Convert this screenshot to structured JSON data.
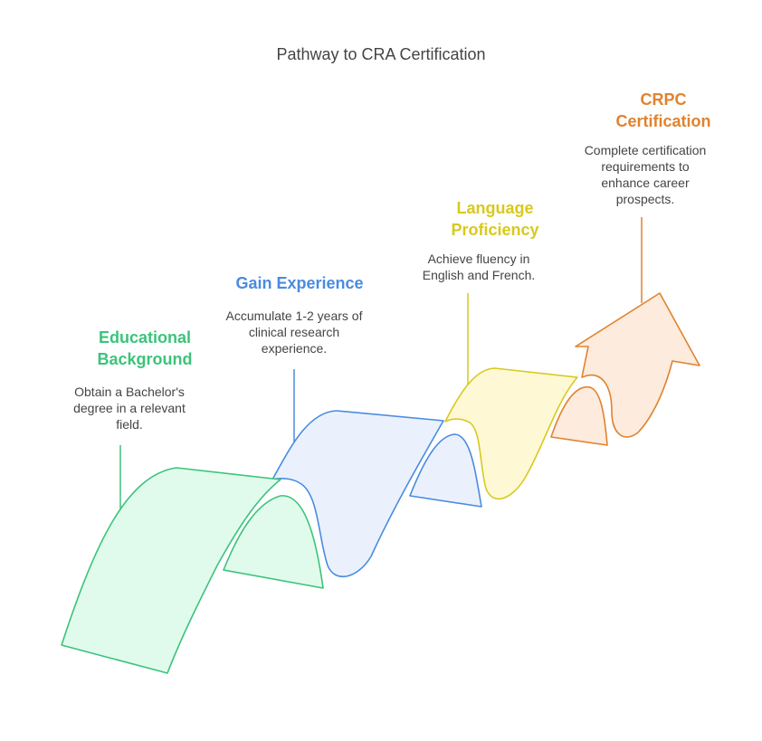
{
  "title": "Pathway to CRA Certification",
  "steps": [
    {
      "heading_line1": "Educational",
      "heading_line2": "Background",
      "desc_line1": "Obtain a Bachelor's",
      "desc_line2": "degree in a relevant",
      "desc_line3": "field.",
      "color": "#3CC37A",
      "fill": "#E0FBEC"
    },
    {
      "heading_line1": "Gain Experience",
      "desc_line1": "Accumulate 1-2 years of",
      "desc_line2": "clinical research",
      "desc_line3": "experience.",
      "color": "#4A8BE0",
      "fill": "#EAF1FD"
    },
    {
      "heading_line1": "Language",
      "heading_line2": "Proficiency",
      "desc_line1": "Achieve fluency in",
      "desc_line2": "English and French.",
      "color": "#D8C91E",
      "fill": "#FEF9D4"
    },
    {
      "heading_line1": "CRPC",
      "heading_line2": "Certification",
      "desc_line1": "Complete certification",
      "desc_line2": "requirements to",
      "desc_line3": "enhance career",
      "desc_line4": "prospects.",
      "color": "#E0832F",
      "fill": "#FDEBDD"
    }
  ]
}
